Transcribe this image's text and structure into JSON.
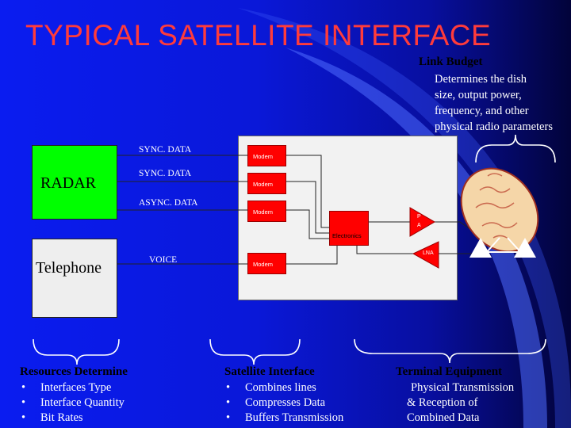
{
  "title": "TYPICAL SATELLITE INTERFACE",
  "link_budget": {
    "heading": "Link Budget",
    "lines": [
      "Determines the dish",
      "size, output power,",
      "frequency, and other",
      "physical radio parameters"
    ]
  },
  "radar_label": "RADAR",
  "telephone_label": "Telephone",
  "signals": {
    "sync1": "SYNC. DATA",
    "sync2": "SYNC. DATA",
    "async": "ASYNC. DATA",
    "voice": "VOICE"
  },
  "modem_label": "Modem",
  "electronics_label": "Electronics",
  "pa_label_top": "P",
  "pa_label_bottom": "A",
  "lna_label": "LNA",
  "resources": {
    "heading": "Resources Determine",
    "items": [
      "Interfaces Type",
      "Interface Quantity",
      "Bit Rates"
    ]
  },
  "satellite_interface": {
    "heading": "Satellite Interface",
    "items": [
      "Combines lines",
      "Compresses Data",
      "Buffers Transmission"
    ]
  },
  "terminal_equipment": {
    "heading": "Terminal Equipment",
    "lines": [
      "Physical Transmission",
      "& Reception  of",
      "Combined Data"
    ]
  },
  "colors": {
    "title": "#ff3b3b",
    "radar": "#00ff00",
    "modem": "#ff0000",
    "background": "#0a1cf0",
    "curve": "#5a78ff"
  },
  "bullet": "•"
}
